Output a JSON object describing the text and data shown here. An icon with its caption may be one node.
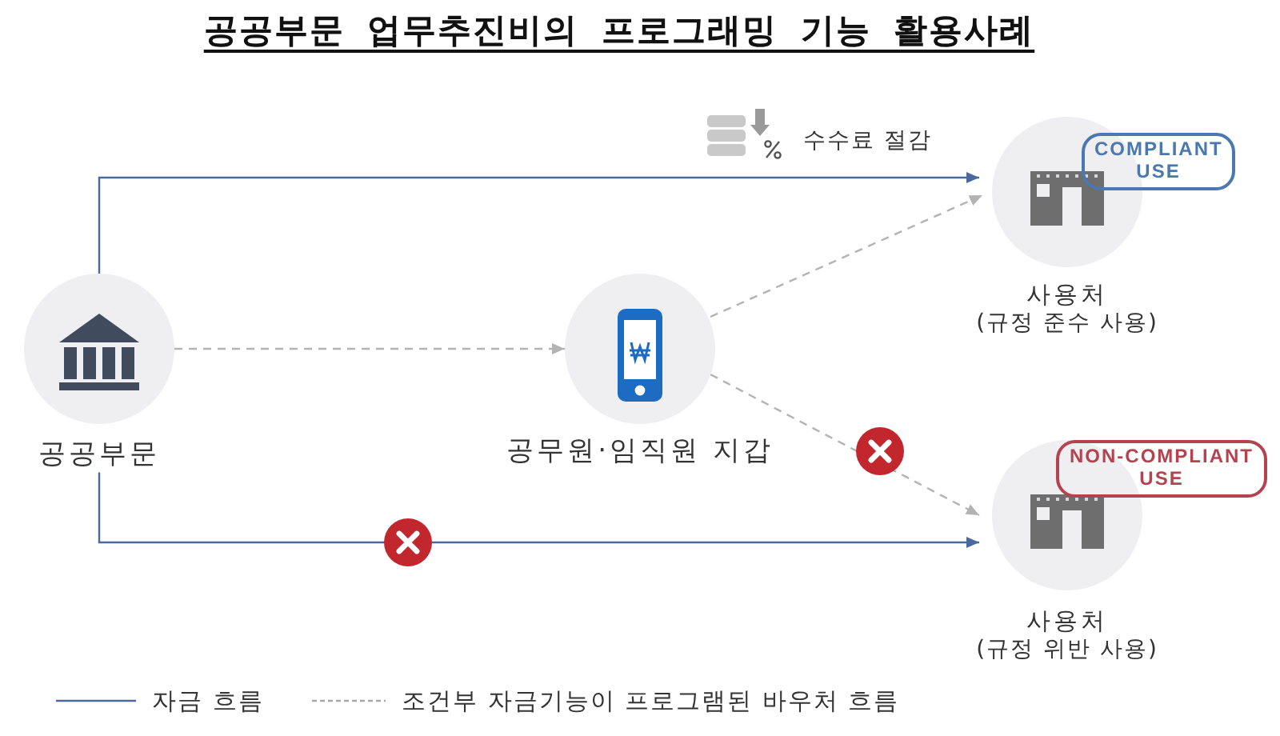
{
  "diagram": {
    "title": "공공부문 업무추진비의 프로그래밍 기능 활용사례",
    "nodes": [
      {
        "text": [
          "공공부문"
        ]
      },
      {
        "text": [
          "공무원·임직원 지갑"
        ]
      },
      {
        "text": [
          "COMPLIANT USE",
          "사용처",
          "(규정 준수 사용)"
        ]
      },
      {
        "text": [
          "NON-COMPLIANT USE",
          "사용처",
          "(규정 위반 사용)"
        ]
      }
    ],
    "edges": [
      {
        "from": 0,
        "to": 2,
        "arrow": "to",
        "label": "수수료 절감",
        "color": "#4b6a9b"
      },
      {
        "from": 0,
        "to": 1,
        "arrow": "to",
        "style": "dashed"
      },
      {
        "from": 1,
        "to": 2,
        "arrow": "to",
        "style": "dashed"
      },
      {
        "from": 1,
        "to": 3,
        "arrow": "to",
        "style": "dashed"
      },
      {
        "from": 0,
        "to": 3,
        "arrow": "to",
        "color": "#4b6a9b"
      }
    ],
    "legend": [
      {
        "text": "자금 흐름"
      },
      {
        "text": "조건부 자금기능이 프로그램된 바우처 흐름"
      }
    ]
  }
}
